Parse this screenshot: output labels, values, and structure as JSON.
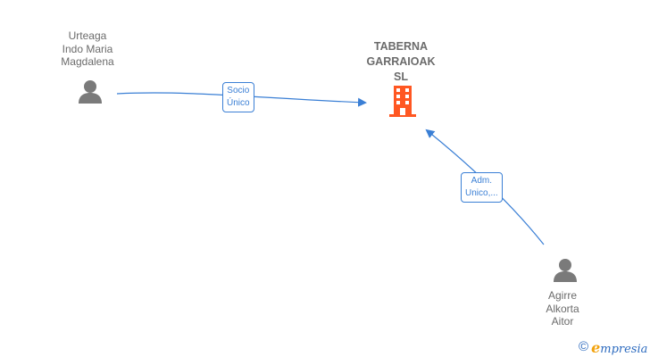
{
  "nodes": {
    "person1": {
      "name_lines": [
        "Urteaga",
        "Indo Maria",
        "Magdalena"
      ],
      "icon": "person-icon"
    },
    "company": {
      "name_lines": [
        "TABERNA",
        "GARRAIOAK",
        "SL"
      ],
      "icon": "building-icon",
      "color": "#ff5722"
    },
    "person2": {
      "name_lines": [
        "Agirre",
        "Alkorta",
        "Aitor"
      ],
      "icon": "person-icon"
    }
  },
  "edges": [
    {
      "from": "person1",
      "to": "company",
      "label_lines": [
        "Socio",
        "Único"
      ]
    },
    {
      "from": "person2",
      "to": "company",
      "label_lines": [
        "Adm.",
        "Unico,..."
      ]
    }
  ],
  "colors": {
    "edge": "#3a7fd5",
    "person_icon": "#7a7a7a",
    "company_icon": "#ff5722",
    "text": "#6b6b6b"
  },
  "footer": {
    "copyright_symbol": "©",
    "brand_first": "e",
    "brand_rest": "mpresia"
  }
}
